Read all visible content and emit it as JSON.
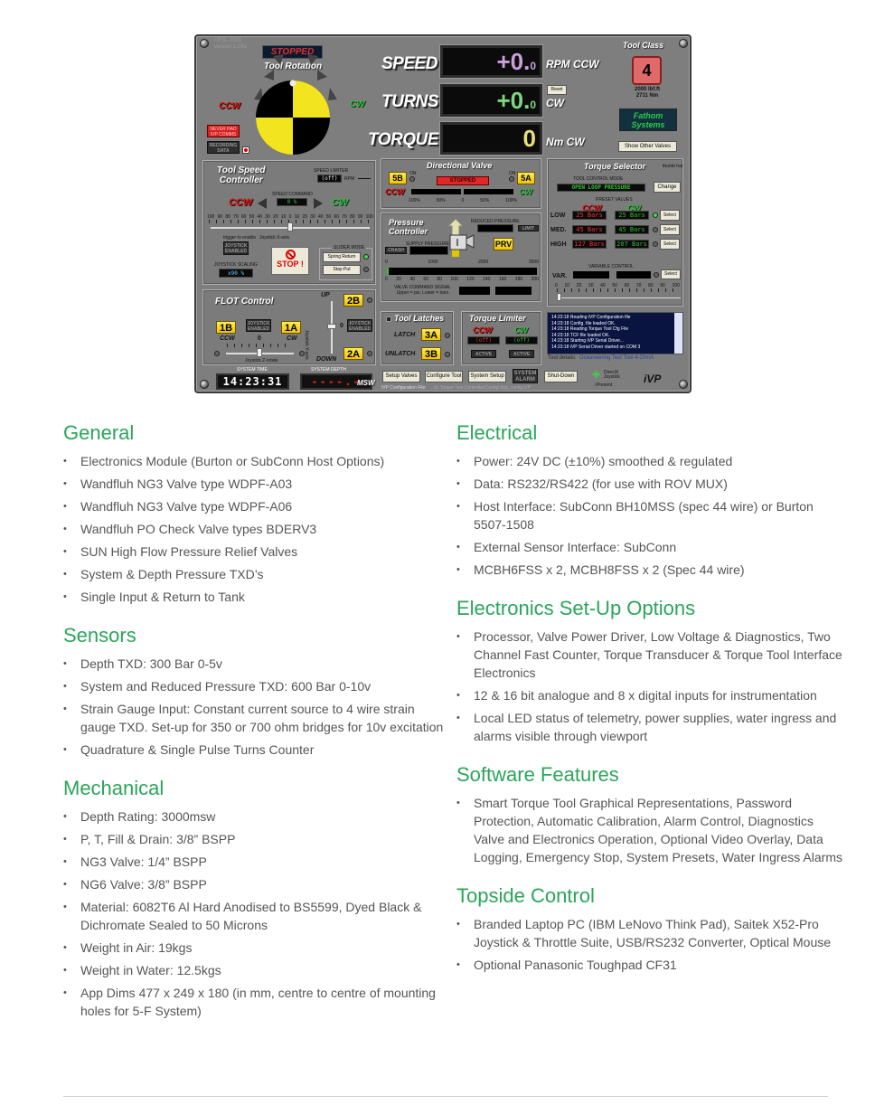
{
  "panel": {
    "copyright": "©FSL 2006",
    "version": "version 1.05a",
    "rotation_status": "STOPPED",
    "rotation_title": "Tool Rotation",
    "ccw": "CCW",
    "cw": "CW",
    "comms_status": "NEVER HAD IVP COMMS",
    "recording": "RECORDING DATA",
    "speed_label": "SPEED",
    "speed_value": "+0.",
    "speed_decimal": "0",
    "speed_unit": "RPM CCW",
    "turns_label": "TURNS",
    "turns_value": "+0.",
    "turns_decimal": "0",
    "turns_unit": "CW",
    "reset": "Reset",
    "torque_label": "TORQUE",
    "torque_value": "0",
    "torque_unit": "Nm CW",
    "tool_class_label": "Tool Class",
    "tool_class": "4",
    "tool_rating_1": "2000 lbf.ft",
    "tool_rating_2": "2711 Nm",
    "logo_1": "Fathom",
    "logo_2": "Systems",
    "show_other_valves": "Show Other Valves",
    "speed_ctrl": {
      "title_1": "Tool Speed",
      "title_2": "Controller",
      "limiter_label": "SPEED LIMITER",
      "limiter_value": "(off)",
      "rpm": "RPM",
      "command_label": "SPEED COMMAND",
      "command_value": "0 %",
      "ticks": [
        "100",
        "90",
        "80",
        "70",
        "60",
        "50",
        "40",
        "30",
        "20",
        "10",
        "0",
        "10",
        "20",
        "30",
        "40",
        "50",
        "60",
        "70",
        "80",
        "90",
        "100"
      ],
      "slider_value": 0,
      "trigger": "trigger to enable",
      "joystick_enabled": "JOYSTICK ENABLED",
      "joystick_axis": "Joystick X-axis",
      "scaling_label": "JOYSTICK SCALING",
      "scaling_value": "x90 %",
      "stop": "STOP !",
      "slider_mode": "SLIDER MODE",
      "spring_return": "Spring Return",
      "stay_put": "Stay-Put"
    },
    "dir_valve": {
      "title": "Directional Valve",
      "b": "5B",
      "a": "5A",
      "on": "ON",
      "status": "STOPPED",
      "ticks": [
        "100%",
        "50%",
        "0",
        "50%",
        "100%"
      ]
    },
    "pressure": {
      "title_1": "Pressure",
      "title_2": "Controller",
      "reduced": "REDUCED PRESSURE",
      "limit": "LIMIT",
      "supply": "SUPPLY PRESSURE",
      "crash": "CRASH",
      "prv": "PRV",
      "psi_ticks": [
        "0",
        "1000",
        "2000",
        "3000"
      ],
      "bar_ticks": [
        "0",
        "20",
        "40",
        "60",
        "80",
        "100",
        "120",
        "140",
        "160",
        "180",
        "200"
      ],
      "valve_cmd": "VALVE COMMAND SIGNAL",
      "valve_cmd_sub": "Upper = psi, Lower = bars"
    },
    "torque_sel": {
      "title": "Torque Selector",
      "thumb_hat": "thumb hat",
      "mode_label": "TOOL CONTROL MODE",
      "mode": "OPEN LOOP PRESSURE",
      "change": "Change",
      "preset_label": "PRESET VALUES",
      "rows": [
        {
          "name": "LOW",
          "ccw": "25 Bars",
          "cw": "25 Bars"
        },
        {
          "name": "MED.",
          "ccw": "45 Bars",
          "cw": "45 Bars"
        },
        {
          "name": "HIGH",
          "ccw": "127 Bars",
          "cw": "207 Bars"
        }
      ],
      "select": "Select",
      "variable_label": "VARIABLE CONTROL",
      "var": "VAR.",
      "ticks": [
        "0",
        "10",
        "20",
        "30",
        "40",
        "50",
        "60",
        "70",
        "80",
        "90",
        "100"
      ],
      "var_value": 0
    },
    "flot": {
      "title": "FLOT Control",
      "b1": "1B",
      "a1": "1A",
      "b2": "2B",
      "a2": "2A",
      "joystick_enabled": "JOYSTICK ENABLED",
      "zero": "0",
      "z_rotate": "Joystick Z-rotate",
      "y_axis": "Joystick Y-axis",
      "up": "UP",
      "down": "DOWN"
    },
    "latches": {
      "title": "Tool Latches",
      "latch": "LATCH",
      "unlatch": "UNLATCH",
      "a": "3A",
      "b": "3B"
    },
    "limiter": {
      "title": "Torque Limiter",
      "ccw_value": "(off)",
      "cw_value": "(off)",
      "active": "ACTIVE"
    },
    "log": [
      "14:23:18  Reading iVP Configuration file",
      "14:23:18  Config. file loaded OK.",
      "14:23:18  Reading Torque Tool Cfg File",
      "14:23:18  TCF file loaded OK.",
      "14:23:18  Starting iVP Serial Driver...",
      "14:23:18  iVP Serial Driver started on COM 3"
    ],
    "tool_details_label": "Tool details:",
    "tool_details": "Oceaneering Test Tool 4-20mA",
    "system_time_label": "SYSTEM TIME",
    "system_time": "14:23:31",
    "system_depth_label": "SYSTEM DEPTH",
    "system_depth": "----.-",
    "msw": "MSW",
    "buttons": {
      "setup_valves": "Setup Valves",
      "configure_tool": "Configure Tool",
      "system_setup": "System Setup",
      "system_alarm": "SYSTEM ALARM",
      "shutdown": "Shut-Down"
    },
    "directx_1": "DirectX",
    "directx_2": "Joystick",
    "present": "Present",
    "ivp": "iVP",
    "config_label": "iVP Configuration File:",
    "config_path": "...ric Torque Tool Controller\\Config\\Test_config.iVP"
  },
  "left": [
    {
      "heading": "General",
      "items": [
        "Electronics Module (Burton or SubConn Host Options)",
        "Wandfluh NG3 Valve type WDPF-A03",
        "Wandfluh NG3 Valve type WDPF-A06",
        "Wandfluh PO Check Valve types BDERV3",
        "SUN High Flow Pressure Relief Valves",
        "System & Depth Pressure TXD’s",
        "Single Input & Return to Tank"
      ]
    },
    {
      "heading": "Sensors",
      "items": [
        "Depth TXD: 300 Bar 0-5v",
        "System and Reduced Pressure TXD: 600 Bar 0-10v",
        "Strain Gauge Input: Constant current source to 4 wire strain gauge TXD. Set-up for 350 or 700 ohm bridges for 10v excitation",
        "Quadrature & Single Pulse Turns Counter"
      ]
    },
    {
      "heading": "Mechanical",
      "items": [
        "Depth Rating: 3000msw",
        "P, T, Fill & Drain: 3/8” BSPP",
        "NG3 Valve: 1/4” BSPP",
        "NG6 Valve: 3/8” BSPP",
        "Material: 6082T6 Al Hard Anodised to BS5599, Dyed Black & Dichromate Sealed to 50 Microns",
        "Weight in Air: 19kgs",
        "Weight in Water: 12.5kgs",
        "App Dims 477 x 249 x 180 (in mm, centre to centre of mounting holes for 5-F System)"
      ]
    }
  ],
  "right": [
    {
      "heading": "Electrical",
      "items": [
        "Power: 24V DC (±10%) smoothed & regulated",
        "Data: RS232/RS422 (for use with ROV MUX)",
        "Host Interface: SubConn BH10MSS (spec 44 wire) or Burton 5507-1508",
        "External Sensor Interface: SubConn",
        "MCBH6FSS x 2, MCBH8FSS x 2 (Spec 44 wire)"
      ]
    },
    {
      "heading": "Electronics Set-Up Options",
      "items": [
        "Processor, Valve Power Driver, Low Voltage & Diagnostics, Two Channel Fast Counter, Torque Transducer & Torque Tool Interface Electronics",
        "12 & 16 bit analogue and 8 x digital inputs for instrumentation",
        "Local LED status of telemetry, power supplies, water ingress and alarms visible through viewport"
      ]
    },
    {
      "heading": "Software Features",
      "items": [
        "Smart Torque Tool Graphical Representations, Password Protection, Automatic Calibration, Alarm Control, Diagnostics Valve and Electronics Operation, Optional Video Overlay, Data Logging, Emergency Stop, System Presets, Water Ingress Alarms"
      ]
    },
    {
      "heading": "Topside Control",
      "items": [
        "Branded Laptop PC (IBM LeNovo Think Pad), Saitek X52-Pro Joystick & Throttle Suite, USB/RS232 Converter, Optical Mouse",
        "Optional Panasonic Toughpad CF31"
      ]
    }
  ]
}
